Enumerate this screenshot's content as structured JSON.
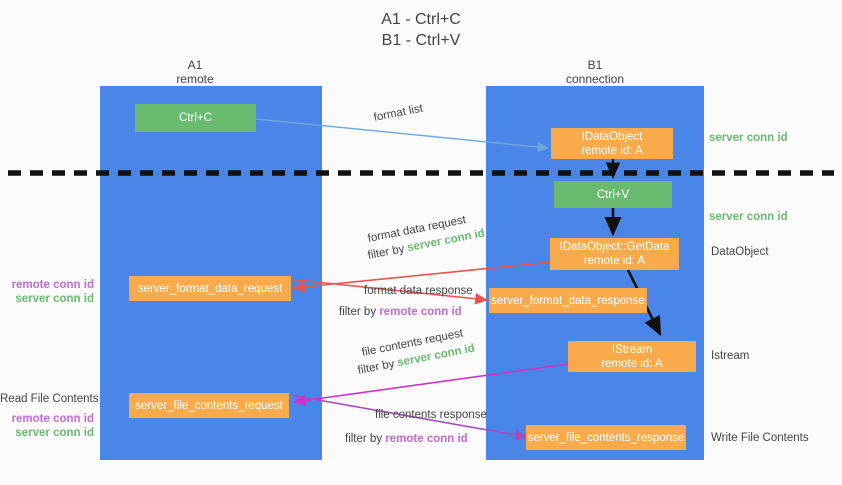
{
  "title": {
    "line1": "A1 - Ctrl+C",
    "line2": "B1 - Ctrl+V"
  },
  "lanes": [
    {
      "id": "a1",
      "name": "A1",
      "sub": "remote"
    },
    {
      "id": "b1",
      "name": "B1",
      "sub": "connection"
    }
  ],
  "nodes": {
    "ctrl_c": {
      "l1": "Ctrl+C",
      "l2": ""
    },
    "idataobject": {
      "l1": "IDataObject",
      "l2": "remote id: A"
    },
    "ctrl_v": {
      "l1": "Ctrl+V",
      "l2": ""
    },
    "getdata": {
      "l1": "IDataObject::GetData",
      "l2": "remote id: A"
    },
    "istream": {
      "l1": "IStream",
      "l2": "remote id: A"
    },
    "fmt_req": {
      "l1": "server_format_data_request",
      "l2": ""
    },
    "fmt_resp": {
      "l1": "server_format_data_response",
      "l2": ""
    },
    "file_req": {
      "l1": "server_file_contents_request",
      "l2": ""
    },
    "file_resp": {
      "l1": "server_file_contents_response",
      "l2": ""
    }
  },
  "edge_labels": {
    "format_list": "format list",
    "fmt_req_l1": "format data request",
    "fmt_req_filter": "filter by",
    "fmt_req_key": "server conn id",
    "fmt_resp_l1": "format data response",
    "fmt_resp_filter": "filter by",
    "fmt_resp_key": "remote conn id",
    "file_req_l1": "file contents request",
    "file_req_filter": "filter by",
    "file_req_key": "server conn id",
    "file_resp_l1": "file contents response",
    "file_resp_filter": "filter by",
    "file_resp_key": "remote conn id"
  },
  "right_notes": {
    "server_conn_top": "server conn id",
    "server_conn_second": "server conn id",
    "dataobject": "DataObject",
    "istream": "Istream",
    "write_file": "Write File Contents"
  },
  "left_notes": {
    "remote_conn_mid": "remote conn id",
    "server_conn_mid": "server conn id",
    "read_file": "Read File Contents",
    "remote_conn_bot": "remote conn id",
    "server_conn_bot": "server conn id"
  },
  "colors": {
    "lane": "#4a86e8",
    "orange": "#f9ab4b",
    "green_box": "#6aba6f",
    "server_key": "#6aba6f",
    "remote_key": "#c26ad6",
    "arrow_blue": "#6fa8dc",
    "arrow_red": "#e8554e",
    "arrow_magenta": "#cc33cc",
    "arrow_purple": "#a64dbd",
    "arrow_black": "#111111",
    "divider": "#111111",
    "text": "#434343"
  }
}
